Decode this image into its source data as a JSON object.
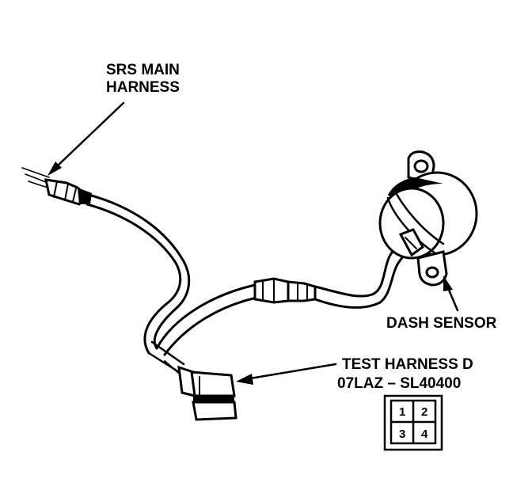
{
  "labels": {
    "srs_main_harness_line1": "SRS MAIN",
    "srs_main_harness_line2": "HARNESS",
    "dash_sensor": "DASH SENSOR",
    "test_harness_line1": "TEST HARNESS D",
    "test_harness_line2": "07LAZ – SL40400"
  },
  "connector_pins": [
    "1",
    "2",
    "3",
    "4"
  ],
  "colors": {
    "ink": "#000000",
    "background": "#ffffff"
  }
}
